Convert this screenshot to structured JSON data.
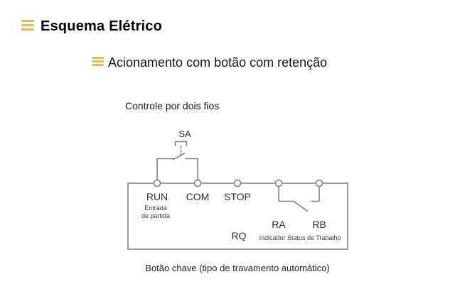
{
  "colors": {
    "background": "#FFFFFF",
    "accent_gold": "#E8B94E",
    "diagram_stroke": "#7E7E7E",
    "text": "#111111"
  },
  "icons": {
    "title_bullet": "triple-bar-icon",
    "subtitle_bullet": "triple-bar-icon"
  },
  "header": {
    "title": "Esquema Elétrico",
    "subtitle": "Acionamento com botão com retenção"
  },
  "diagram": {
    "heading": "Controle por dois fios",
    "switch_label": "SA",
    "terminals": {
      "run": "RUN",
      "com": "COM",
      "stop": "STOP",
      "run_note_line1": "Entrada",
      "run_note_line2": "de partida"
    },
    "outputs": {
      "rq": "RQ",
      "ra": "RA",
      "rb": "RB",
      "note": "Indicador Status de Trabalho"
    },
    "caption": "Botão chave (tipo de travamento automático)"
  }
}
